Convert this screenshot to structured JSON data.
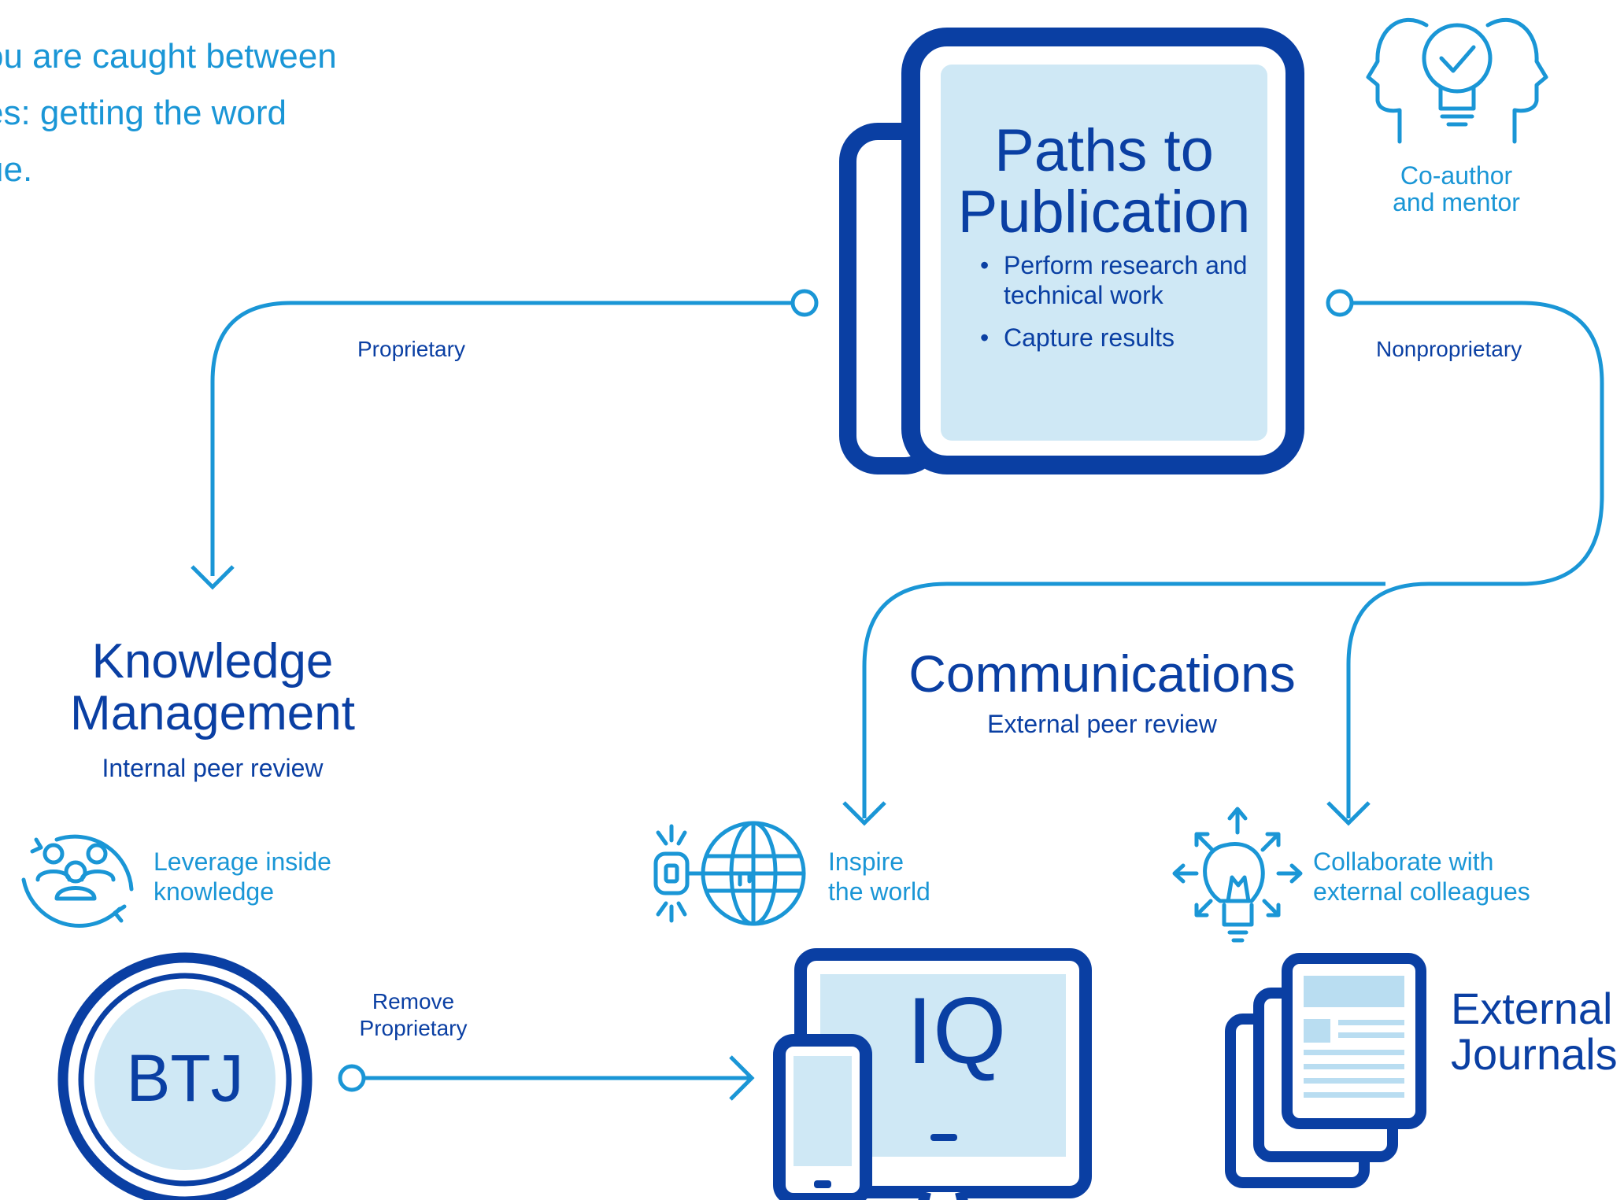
{
  "intro_lines": [
    "ou are caught between",
    "es: getting the word",
    "ue."
  ],
  "paths": {
    "title_line1": "Paths to",
    "title_line2": "Publication",
    "bullets": [
      "Perform research and technical work",
      "Capture results"
    ]
  },
  "coauthor": {
    "line1": "Co-author",
    "line2": "and mentor"
  },
  "flow_labels": {
    "proprietary": "Proprietary",
    "nonproprietary": "Nonproprietary",
    "remove_line1": "Remove",
    "remove_line2": "Proprietary"
  },
  "knowledge": {
    "title_line1": "Knowledge",
    "title_line2": "Management",
    "subtitle": "Internal peer review"
  },
  "communications": {
    "title": "Communications",
    "subtitle": "External peer review"
  },
  "leverage": {
    "line1": "Leverage inside",
    "line2": "knowledge"
  },
  "inspire": {
    "line1": "Inspire",
    "line2": "the world"
  },
  "collaborate": {
    "line1": "Collaborate with",
    "line2": "external colleagues"
  },
  "btj_label": "BTJ",
  "iq_label": "IQ",
  "journals": {
    "line1": "External",
    "line2": "Journals"
  },
  "icons": {
    "coauthor": "lightbulb-heads-icon",
    "leverage": "team-cycle-icon",
    "inspire": "key-globe-icon",
    "collaborate": "lightbulb-arrows-icon",
    "btj": "btj-seal-icon",
    "iq": "devices-icon",
    "journals": "journals-stack-icon"
  },
  "colors": {
    "dark_blue": "#0a3fa3",
    "light_blue": "#1a96d6",
    "pale_fill": "#cfe8f5"
  }
}
